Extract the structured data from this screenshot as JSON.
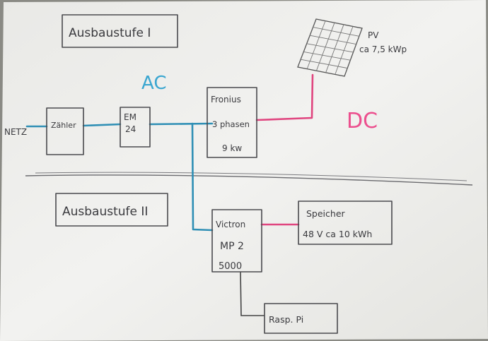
{
  "stages": {
    "stage1": "Ausbaustufe I",
    "stage2": "Ausbaustufe II"
  },
  "labels": {
    "ac": "AC",
    "dc": "DC",
    "grid": "NETZ"
  },
  "components": {
    "meter": "Zähler",
    "em": [
      "EM",
      "24"
    ],
    "fronius": [
      "Fronius",
      "3 phasen",
      "9 kw"
    ],
    "pv": [
      "PV",
      "ca 7,5 kWp"
    ],
    "victron": [
      "Victron",
      "MP 2",
      "5000"
    ],
    "storage": [
      "Speicher",
      "48 V  ca 10 kWh"
    ],
    "rpi": "Rasp. Pi"
  },
  "colors": {
    "ac_wire": "#2f8fb5",
    "dc_wire": "#e0457f",
    "ac_text": "#3aa6d0",
    "dc_text": "#ec4f8e",
    "pen": "#3a3a3e",
    "paper": "#f0f0ee"
  }
}
